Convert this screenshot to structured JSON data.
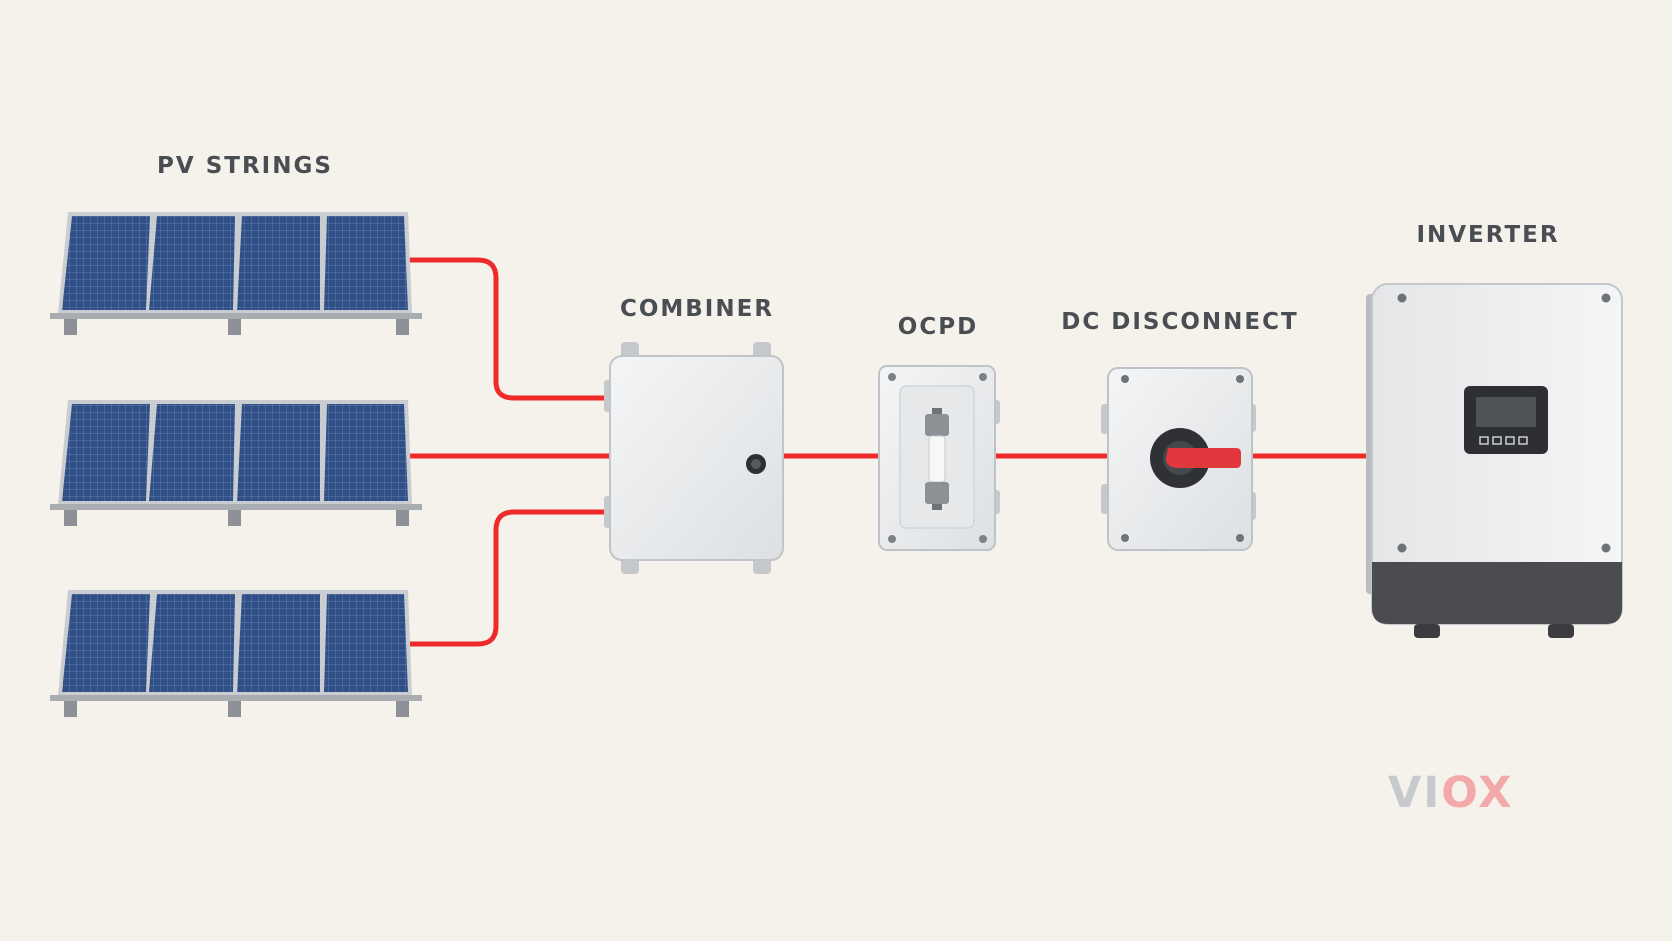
{
  "labels": {
    "pv_strings": "PV STRINGS",
    "combiner": "COMBINER",
    "ocpd": "OCPD",
    "dc_disconnect": "DC DISCONNECT",
    "inverter": "INVERTER"
  },
  "logo": {
    "part1": "VI",
    "part2": "OX"
  },
  "colors": {
    "background": "#f5f2ec",
    "wire": "#ee2a2a",
    "panel_cell": "#2f4f86",
    "enclosure": "#eceef0",
    "handle": "#e0383c",
    "inverter_base": "#4a4c50"
  },
  "icons": [
    "solar-panel-icon",
    "combiner-box-icon",
    "fuse-icon",
    "disconnect-switch-icon",
    "inverter-icon"
  ]
}
